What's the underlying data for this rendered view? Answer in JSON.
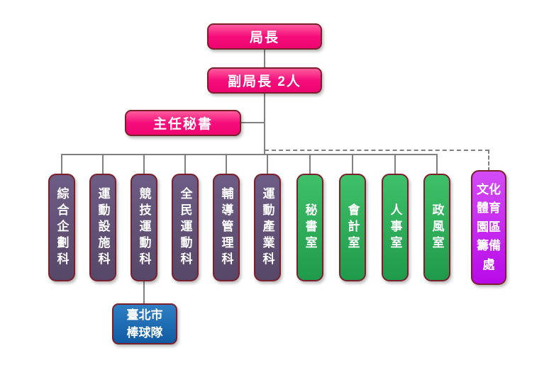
{
  "chart_title": "sports-bureau-organization-chart",
  "nodes": {
    "director": {
      "label": "局長"
    },
    "deputy_director": {
      "label": "副局長 2人"
    },
    "chief_secretary": {
      "label": "主任秘書"
    },
    "baseball_team": {
      "label": "臺北市棒球隊"
    }
  },
  "departments": [
    {
      "label": "綜合企劃科",
      "type": "division"
    },
    {
      "label": "運動設施科",
      "type": "division"
    },
    {
      "label": "競技運動科",
      "type": "division"
    },
    {
      "label": "全民運動科",
      "type": "division"
    },
    {
      "label": "輔導管理科",
      "type": "division"
    },
    {
      "label": "運動產業科",
      "type": "division"
    },
    {
      "label": "秘書室",
      "type": "office"
    },
    {
      "label": "會計室",
      "type": "office"
    },
    {
      "label": "人事室",
      "type": "office"
    },
    {
      "label": "政風室",
      "type": "office"
    },
    {
      "label": "文化體育園區籌備處",
      "type": "preparatory-office"
    }
  ],
  "colors": {
    "executive_pink": "#F50D7B",
    "division_purple": "#574768",
    "office_green": "#1F9A4A",
    "preparatory_magenta": "#B80AE8",
    "team_blue": "#115BA3",
    "border_maroon": "#7A1F2B",
    "line_gray": "#808080"
  }
}
